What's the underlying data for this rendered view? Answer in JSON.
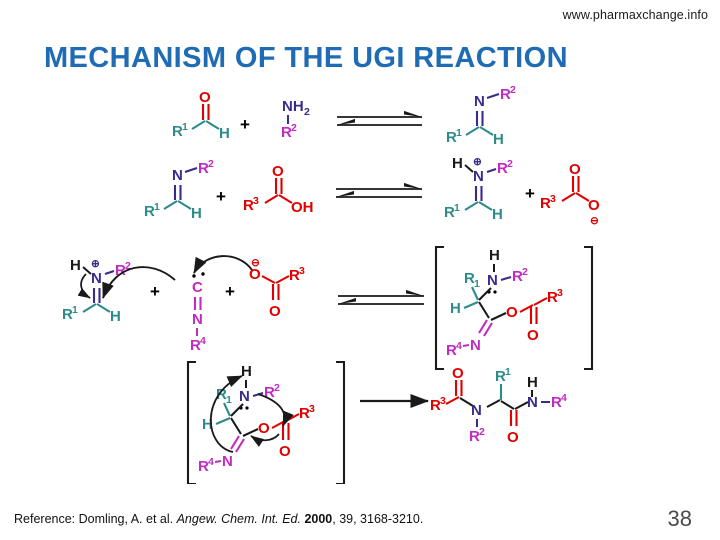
{
  "watermark": "www.pharmaxchange.info",
  "title": "MECHANISM OF THE UGI REACTION",
  "page_number": "38",
  "footer": {
    "prefix": "Reference: Domling, A. et al. ",
    "journal": "Angew. Chem. Int. Ed.",
    "year": "2000",
    "suffix": ", 39, 3168-3210."
  },
  "colors": {
    "title_blue": "#1f6cb4",
    "carbon_teal": "#2e8b8b",
    "nitrogen_indigo": "#3a2a8c",
    "r_magenta": "#c02bc0",
    "oxygen_red": "#e00000",
    "bond_black": "#1a1a1a",
    "watermark_black": "#1a1a1a"
  },
  "labels": {
    "R1": "R",
    "R2": "R",
    "R3": "R",
    "R4": "R",
    "sup1": "1",
    "sup2": "2",
    "sup3": "3",
    "sup4": "4",
    "H": "H",
    "N": "N",
    "C": "C",
    "O": "O",
    "NH2": "NH",
    "sub2": "2",
    "OH": "OH",
    "plus_sign": "+",
    "cation": "⊕",
    "anion": "⊖"
  },
  "scheme": {
    "row1": {
      "name": "imine-formation",
      "reactants": [
        "aldehyde R1-CHO",
        "primary amine NH2-R2"
      ],
      "arrow": "equilibrium",
      "products": [
        "imine R1-CH=N-R2"
      ]
    },
    "row2": {
      "name": "iminium-formation",
      "reactants": [
        "imine R1-CH=N-R2",
        "carboxylic acid R3-COOH"
      ],
      "arrow": "equilibrium",
      "products": [
        "iminium cation",
        "carboxylate anion"
      ]
    },
    "row3": {
      "name": "isocyanide-addition",
      "reactants": [
        "iminium cation",
        "isocyanide C=N-R4",
        "carboxylate anion"
      ],
      "arrow": "equilibrium",
      "products": [
        "bracketed imidate adduct"
      ]
    },
    "row4": {
      "name": "mumm-rearrangement",
      "reactants": [
        "bracketed imidate adduct"
      ],
      "arrow": "forward",
      "products": [
        "bis-amide Ugi product"
      ]
    }
  }
}
